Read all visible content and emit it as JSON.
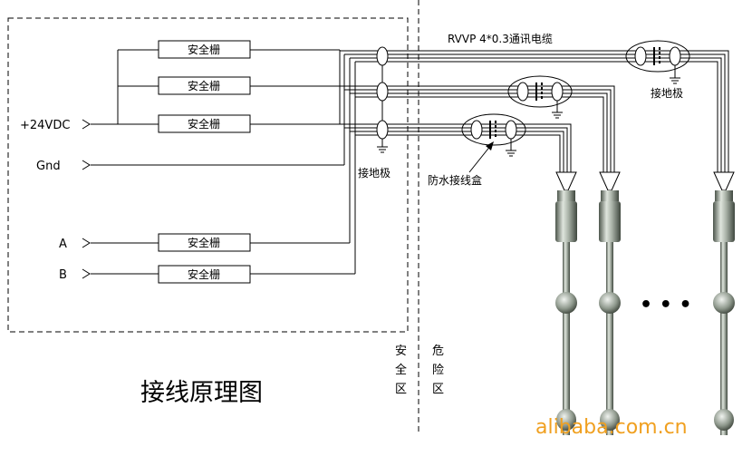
{
  "diagram": {
    "title": "接线原理图",
    "cable_label": "RVVP 4*0.3通讯电缆",
    "barrier_label": "安全栅",
    "ground_label": "接地极",
    "junction_box_label": "防水接线盒",
    "terminals": {
      "power": "+24VDC",
      "gnd": "Gnd",
      "a": "A",
      "b": "B"
    },
    "safe_zone_chars": [
      "安",
      "全",
      "区"
    ],
    "hazard_zone_chars": [
      "危",
      "险",
      "区"
    ],
    "ellipsis": "• • •",
    "watermark": "alibaba.com.cn",
    "colors": {
      "line": "#000000",
      "watermark": "#f0a020",
      "probe_light": "#d4dbd2",
      "probe_dark": "#5b6559"
    }
  }
}
